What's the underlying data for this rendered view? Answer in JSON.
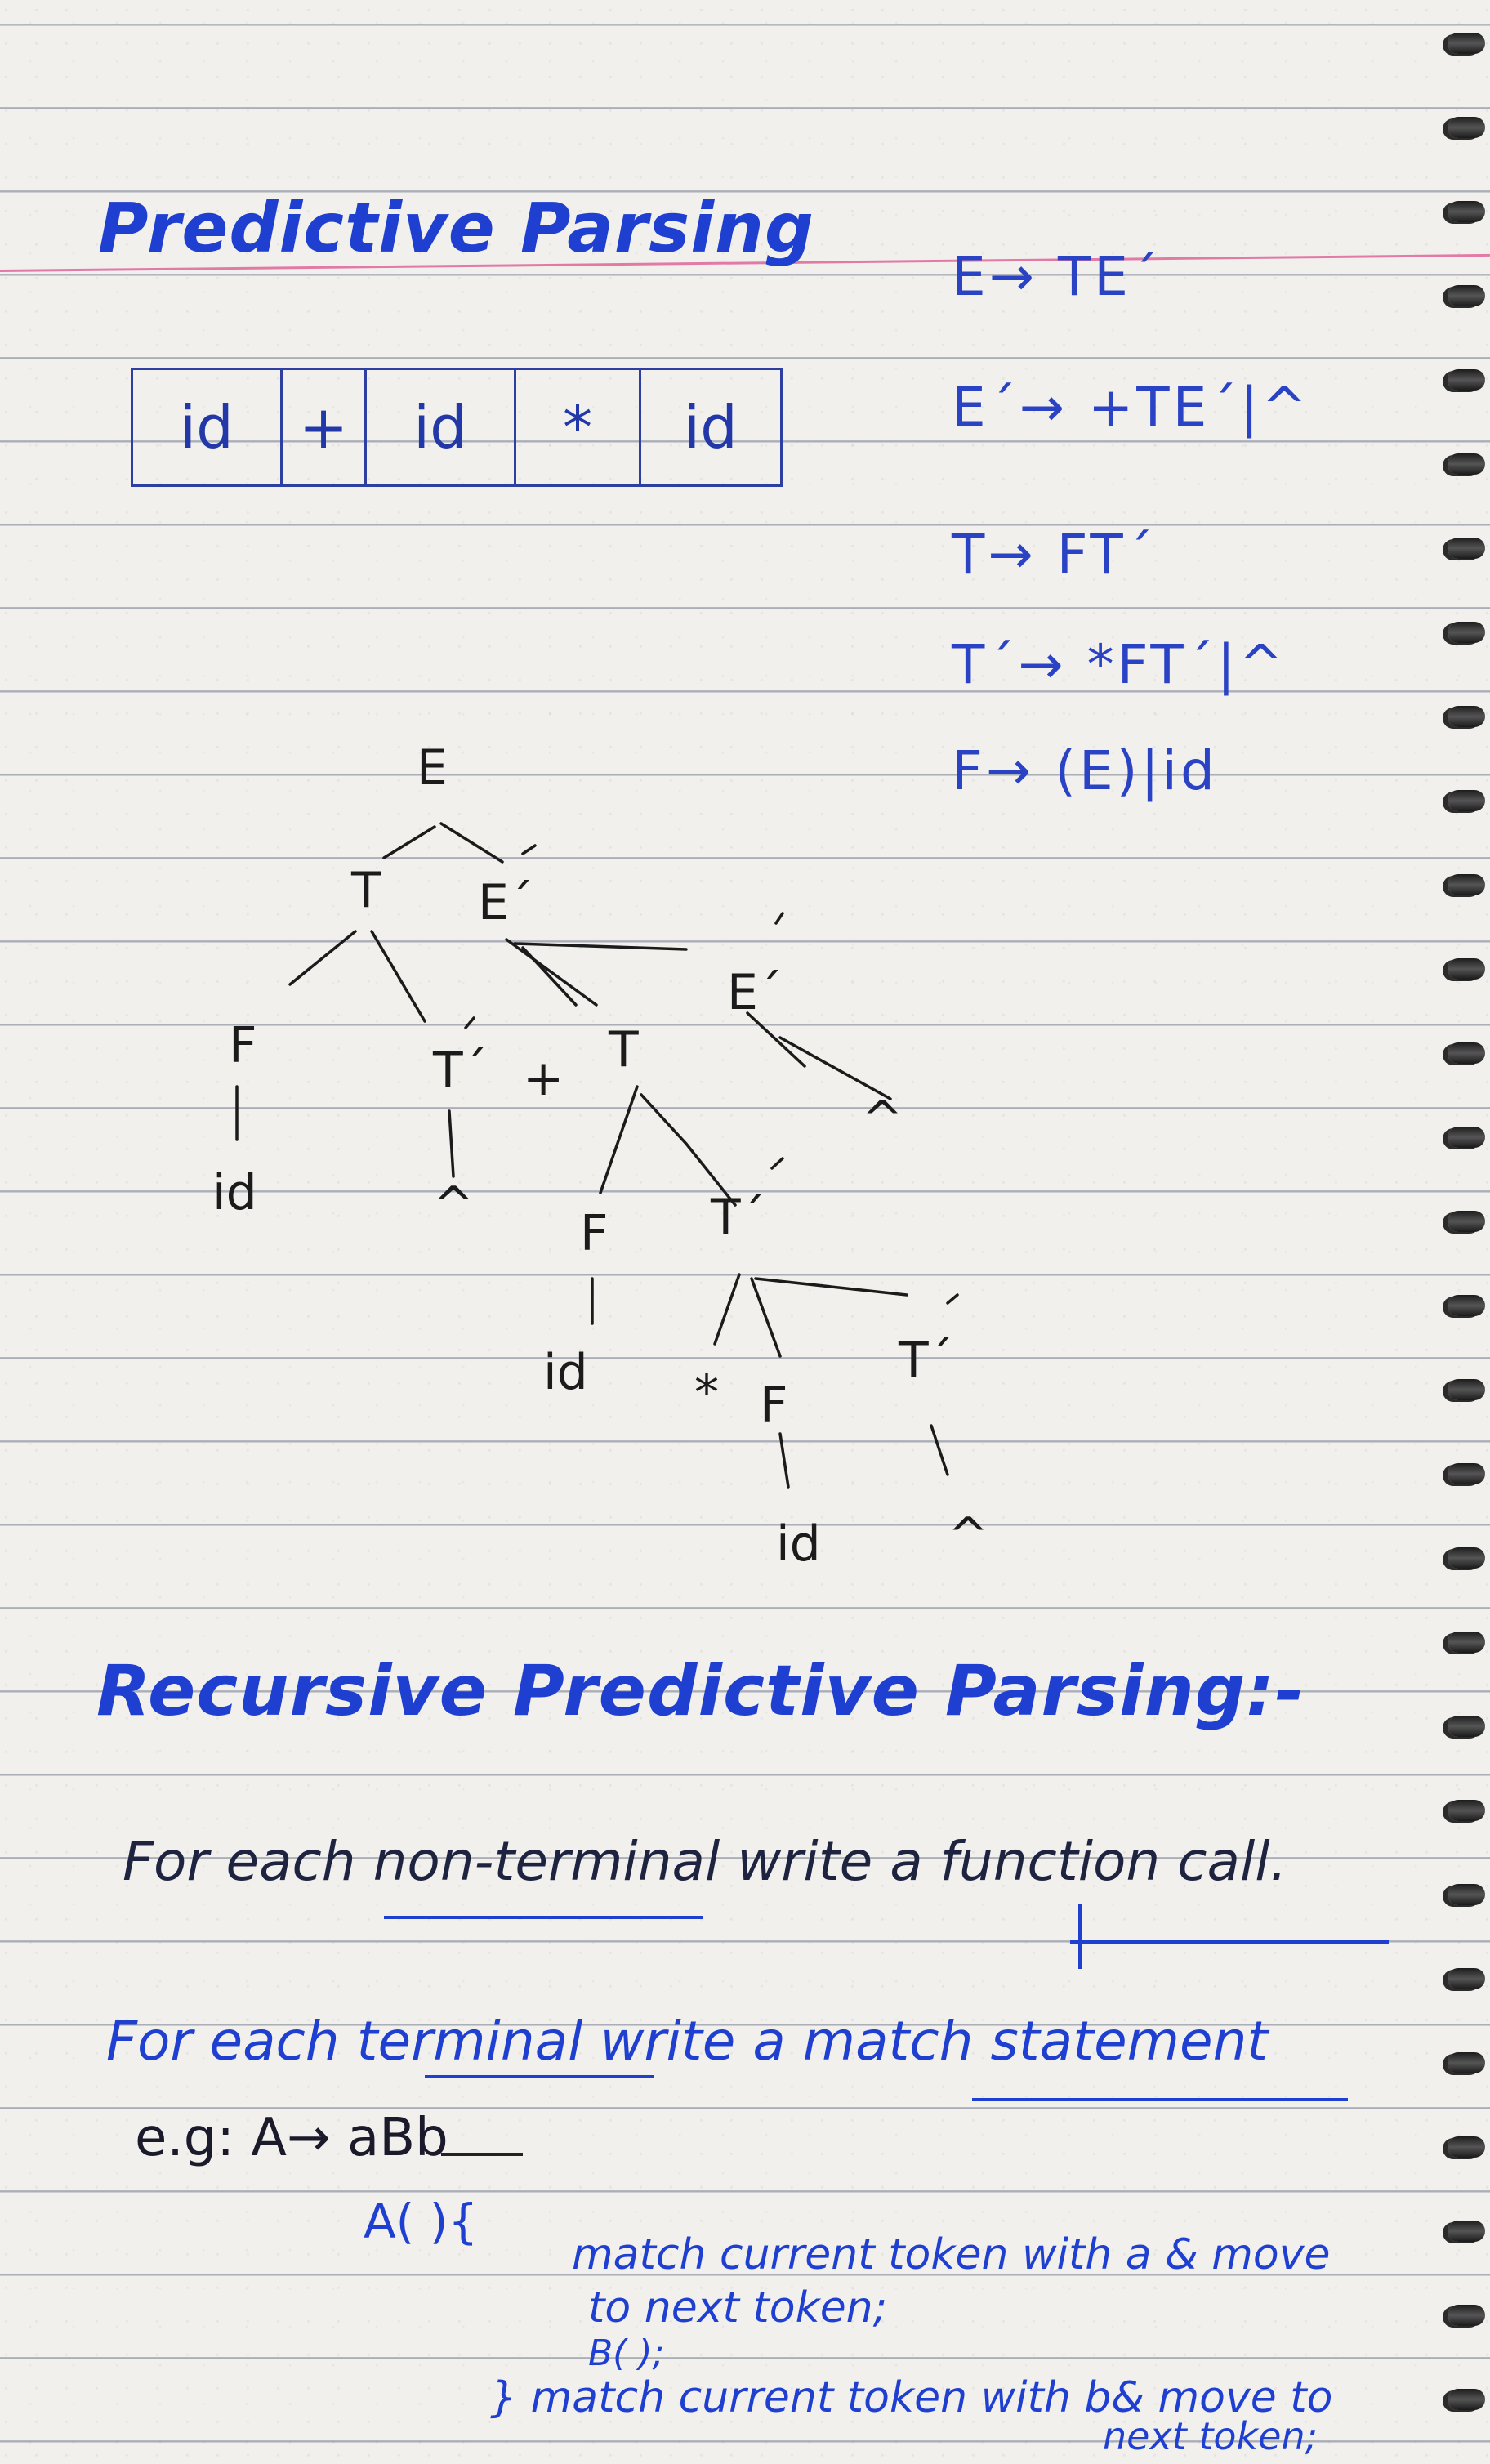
{
  "page": {
    "heading1": "Predictive Parsing",
    "tokens": [
      "id",
      "+",
      "id",
      "*",
      "id"
    ],
    "grammar": [
      "E→ TE´",
      "E´→ +TE´|^",
      "T→ FT´",
      "T´→ *FT´|^",
      "F→ (E)|id"
    ],
    "tree": [
      "E",
      "T",
      "E´",
      "E´",
      "F",
      "T´",
      "+",
      "T",
      "^",
      "id",
      "^",
      "F",
      "T´",
      "id",
      "*",
      "F",
      "T´",
      "id",
      "^"
    ],
    "heading2": "Recursive Predictive Parsing:-",
    "lines": [
      "For each non-terminal write a function call.",
      "For each terminal   write a match statement",
      "e.g:   A→ aBb"
    ],
    "code": [
      "A( ){",
      "match current token with a & move",
      "to next token;",
      "B( );",
      "}  match current token with b& move to",
      "next token;"
    ]
  }
}
